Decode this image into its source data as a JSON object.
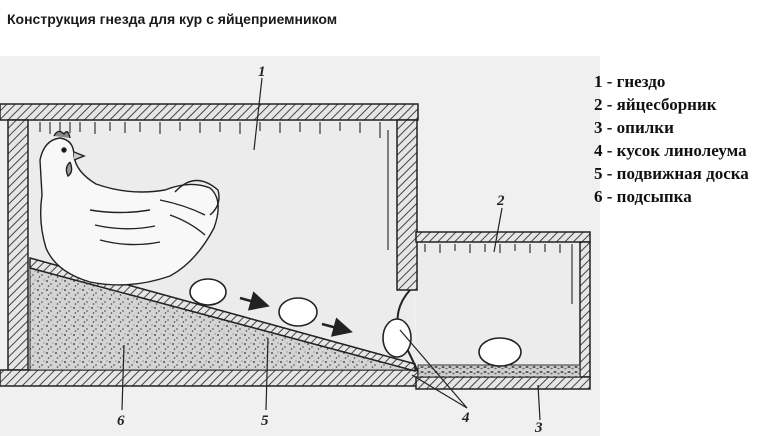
{
  "title": "Конструкция гнезда для кур с яйцеприемником",
  "callouts": [
    "1",
    "2",
    "3",
    "4",
    "5",
    "6"
  ],
  "legend": [
    "1 - гнездо",
    "2 - яйцесборник",
    "3 - опилки",
    "4 - кусок линолеума",
    "5 - подвижная доска",
    "6 - подсыпка"
  ]
}
